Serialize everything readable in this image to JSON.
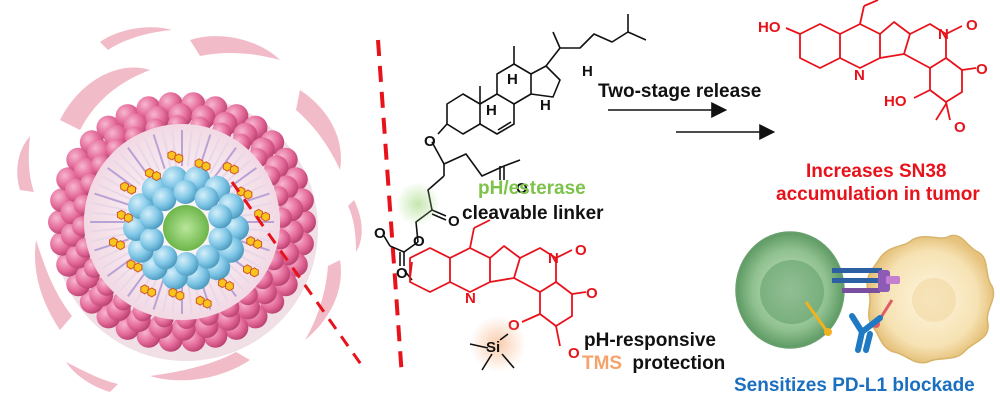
{
  "colors": {
    "red": "#e8121b",
    "green": "#7dc24a",
    "orange": "#f5a36a",
    "blue": "#1a6fbf",
    "black": "#111111",
    "shell_pink": "#e46a9a",
    "core_blue": "#7fc6e6",
    "core_green": "#8ecf6a",
    "drug_yellow": "#f7c51e"
  },
  "labels": {
    "two_stage": "Two-stage release",
    "ph_esterase": "pH/esterase",
    "cleavable_linker": "cleavable linker",
    "increases_line1": "Increases SN38",
    "increases_line2": "accumulation in tumor",
    "ph_responsive": "pH-responsive",
    "tms": "TMS",
    "protection": "protection",
    "sensitizes": "Sensitizes PD-L1 blockade"
  },
  "atoms": {
    "H": "H",
    "O": "O",
    "N": "N",
    "HO": "HO",
    "Si": "Si"
  }
}
